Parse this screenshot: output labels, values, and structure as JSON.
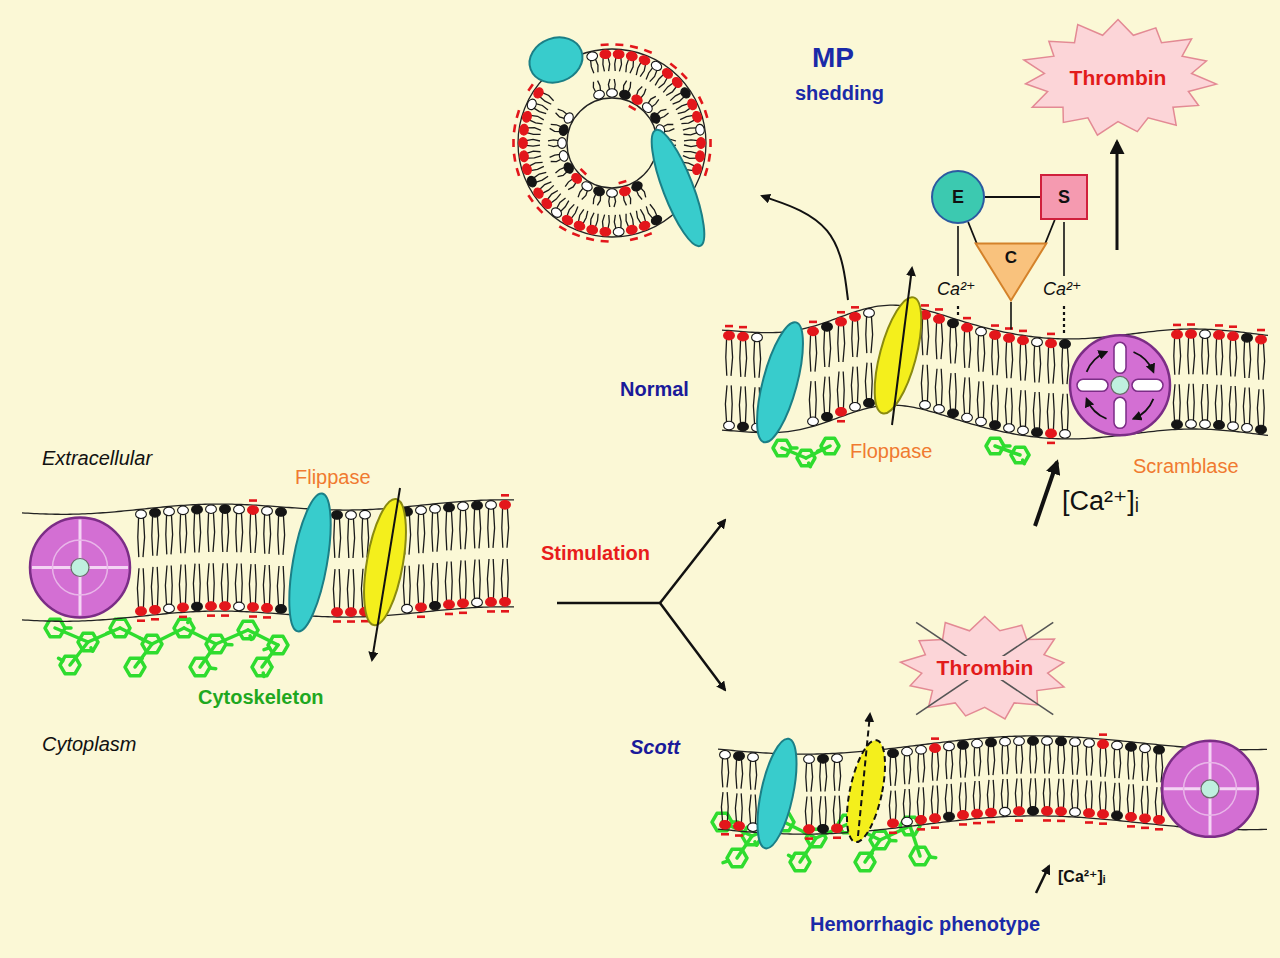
{
  "diagram": {
    "nodes": [
      {
        "text": [
          "Thrombin"
        ]
      },
      {
        "text": [
          "E"
        ]
      },
      {
        "text": [
          "S"
        ]
      },
      {
        "text": [
          "C"
        ]
      },
      {
        "text": [
          "Thrombin"
        ]
      }
    ],
    "edges": [
      {
        "from": 1,
        "to": 2,
        "arrow": "none"
      },
      {
        "from": 1,
        "to": 3,
        "arrow": "none"
      },
      {
        "from": 2,
        "to": 3,
        "arrow": "none"
      }
    ],
    "labels": [
      "MP",
      "shedding",
      "Ca²⁺",
      "Ca²⁺",
      "Normal",
      "Floppase",
      "Scramblase",
      "[Ca²⁺]ᵢ",
      "Extracellular",
      "Flippase",
      "Stimulation",
      "Cytoplasm",
      "Cytoskeleton",
      "Scott",
      "[Ca²⁺]ᵢ",
      "Hemorrhagic phenotype"
    ]
  }
}
